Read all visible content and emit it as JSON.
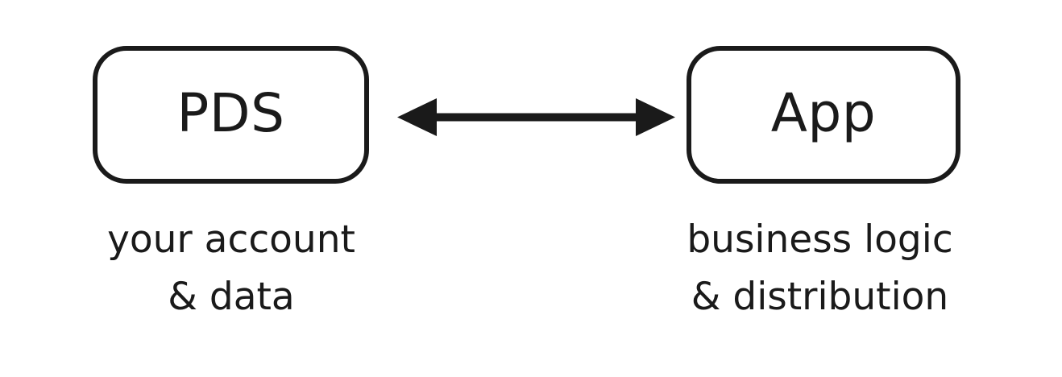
{
  "diagram": {
    "background_color": "#ffffff",
    "stroke_color": "#1a1a1a",
    "nodes": [
      {
        "id": "pds",
        "label": "PDS",
        "caption_lines": [
          "your account",
          "& data"
        ]
      },
      {
        "id": "app",
        "label": "App",
        "caption_lines": [
          "business logic",
          "& distribution"
        ]
      }
    ],
    "connector": {
      "type": "double-headed-arrow",
      "from": "pds",
      "to": "app",
      "label": ""
    }
  }
}
